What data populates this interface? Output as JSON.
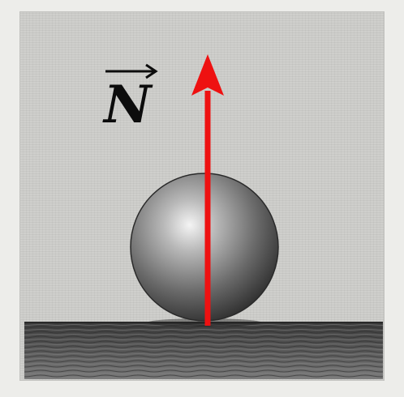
{
  "diagram": {
    "vector_symbol": "N",
    "colors": {
      "force_arrow": "#ee1111",
      "symbol": "#0c0c0c",
      "background": "#cfcfcc",
      "ground": "#4a4a4a"
    },
    "icons": [
      "vector-arrow-icon",
      "normal-force-arrow",
      "sphere",
      "ground-surface"
    ]
  }
}
